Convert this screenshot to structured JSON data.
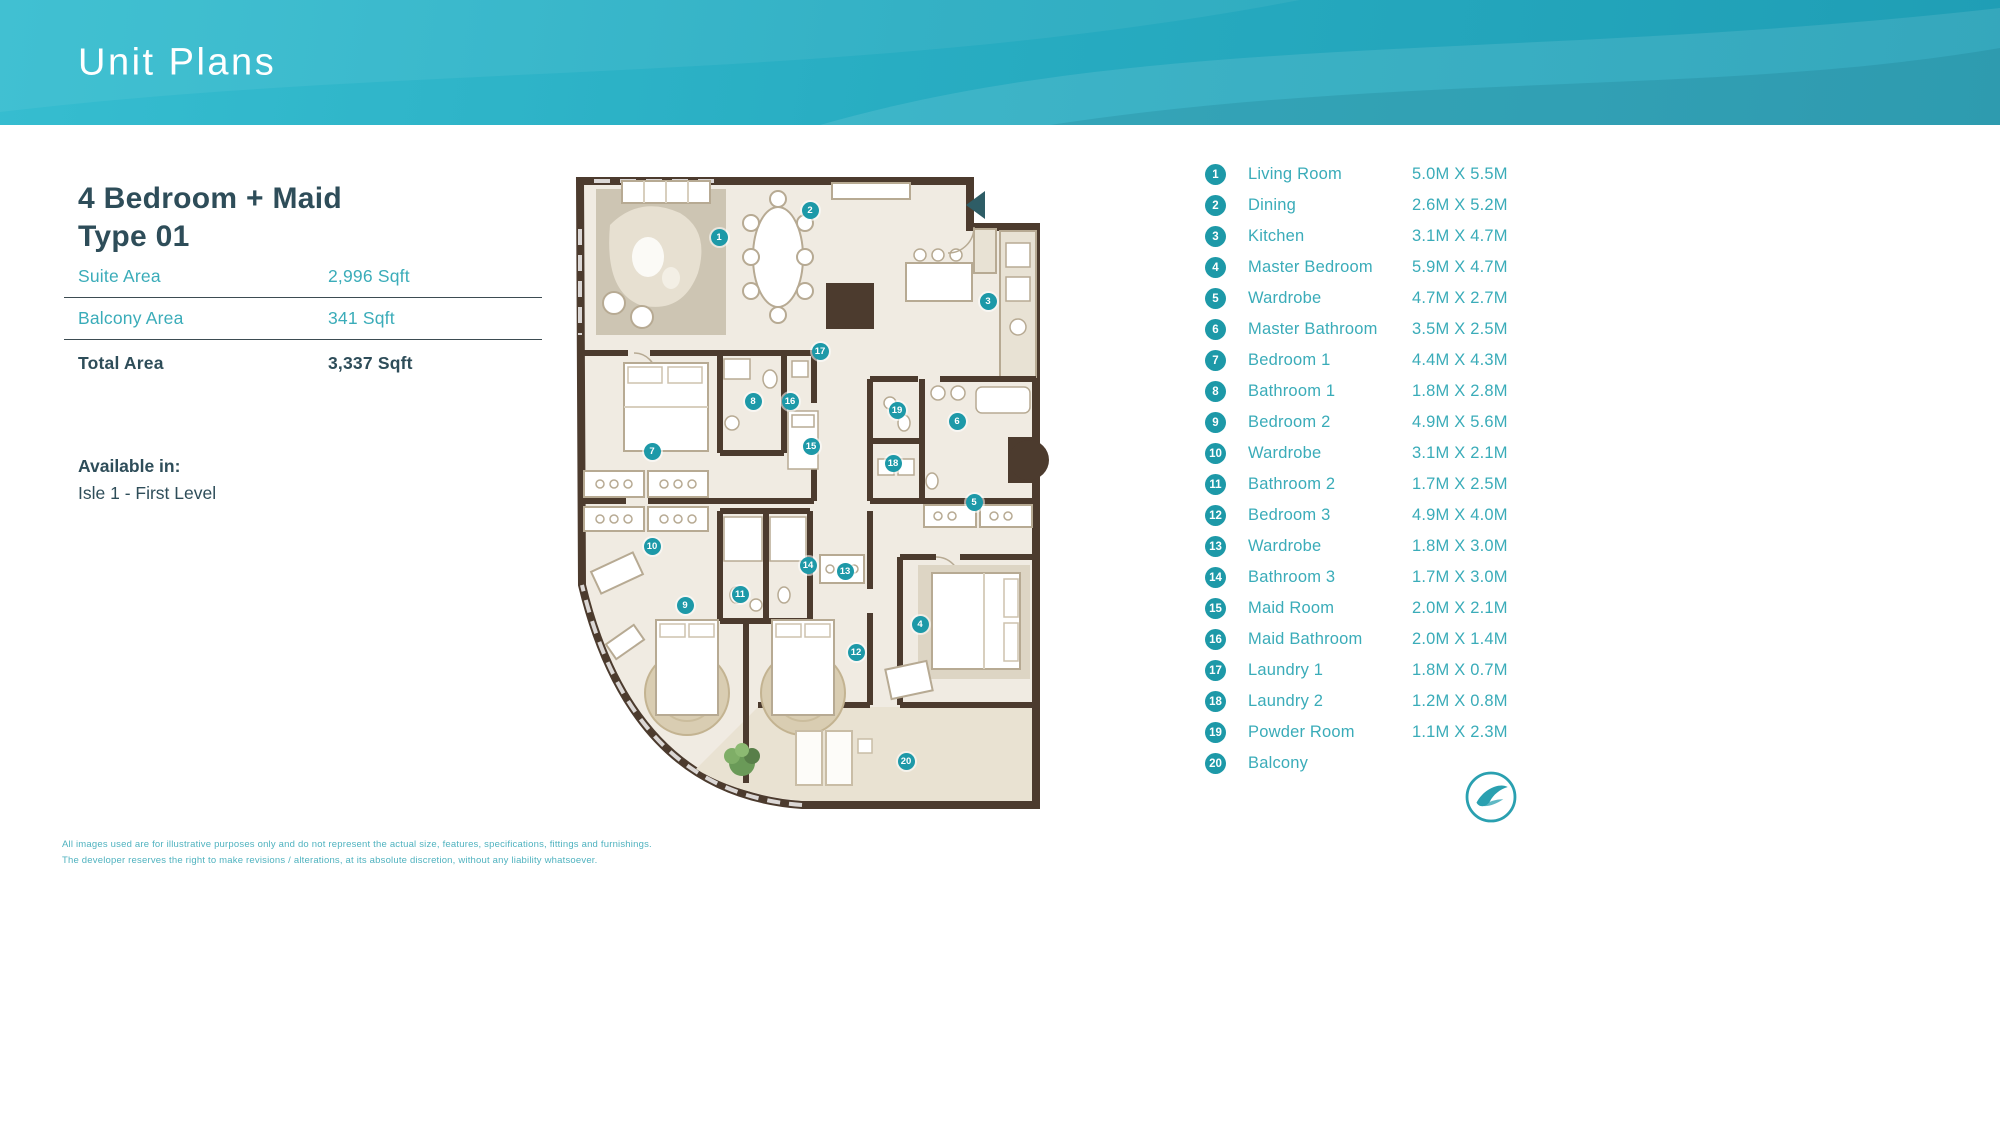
{
  "colors": {
    "accent": "#3aacb9",
    "accent_dark": "#1d99a8",
    "heading": "#2e4d59",
    "banner_start": "#36bdd0",
    "banner_end": "#1f9eb5",
    "wall": "#4c3b2e",
    "floor": "#f0ebe2"
  },
  "header": {
    "title": "Unit Plans"
  },
  "unit": {
    "title_line1": "4 Bedroom + Maid",
    "title_line2": "Type 01",
    "areas": [
      {
        "label": "Suite Area",
        "value": "2,996 Sqft"
      },
      {
        "label": "Balcony Area",
        "value": "341 Sqft"
      },
      {
        "label": "Total Area",
        "value": "3,337 Sqft"
      }
    ],
    "available_in_label": "Available in:",
    "available_in_value": "Isle 1 - First Level"
  },
  "legend": {
    "items": [
      {
        "num": "1",
        "label": "Living Room",
        "dims": "5.0M X 5.5M"
      },
      {
        "num": "2",
        "label": "Dining",
        "dims": "2.6M X 5.2M"
      },
      {
        "num": "3",
        "label": "Kitchen",
        "dims": "3.1M X 4.7M"
      },
      {
        "num": "4",
        "label": "Master Bedroom",
        "dims": "5.9M X 4.7M"
      },
      {
        "num": "5",
        "label": "Wardrobe",
        "dims": "4.7M X 2.7M"
      },
      {
        "num": "6",
        "label": "Master Bathroom",
        "dims": "3.5M X 2.5M"
      },
      {
        "num": "7",
        "label": "Bedroom 1",
        "dims": "4.4M X 4.3M"
      },
      {
        "num": "8",
        "label": "Bathroom 1",
        "dims": "1.8M X 2.8M"
      },
      {
        "num": "9",
        "label": "Bedroom 2",
        "dims": "4.9M X 5.6M"
      },
      {
        "num": "10",
        "label": "Wardrobe",
        "dims": "3.1M X 2.1M"
      },
      {
        "num": "11",
        "label": "Bathroom 2",
        "dims": "1.7M X 2.5M"
      },
      {
        "num": "12",
        "label": "Bedroom 3",
        "dims": "4.9M X 4.0M"
      },
      {
        "num": "13",
        "label": "Wardrobe",
        "dims": "1.8M X 3.0M"
      },
      {
        "num": "14",
        "label": "Bathroom 3",
        "dims": "1.7M X 3.0M"
      },
      {
        "num": "15",
        "label": "Maid Room",
        "dims": "2.0M X 2.1M"
      },
      {
        "num": "16",
        "label": "Maid Bathroom",
        "dims": "2.0M X 1.4M"
      },
      {
        "num": "17",
        "label": "Laundry 1",
        "dims": "1.8M X 0.7M"
      },
      {
        "num": "18",
        "label": "Laundry 2",
        "dims": "1.2M X 0.8M"
      },
      {
        "num": "19",
        "label": "Powder Room",
        "dims": "1.1M X 2.3M"
      },
      {
        "num": "20",
        "label": "Balcony",
        "dims": ""
      }
    ]
  },
  "floorplan": {
    "markers": [
      {
        "num": "1",
        "x": 29.8,
        "y": 10.9
      },
      {
        "num": "2",
        "x": 48.0,
        "y": 6.9
      },
      {
        "num": "3",
        "x": 83.6,
        "y": 20.3
      },
      {
        "num": "4",
        "x": 70.0,
        "y": 67.4
      },
      {
        "num": "5",
        "x": 80.8,
        "y": 49.6
      },
      {
        "num": "6",
        "x": 77.4,
        "y": 37.8
      },
      {
        "num": "7",
        "x": 16.4,
        "y": 42.2
      },
      {
        "num": "8",
        "x": 36.6,
        "y": 34.9
      },
      {
        "num": "9",
        "x": 23.0,
        "y": 64.7
      },
      {
        "num": "10",
        "x": 16.4,
        "y": 56.0
      },
      {
        "num": "11",
        "x": 34.0,
        "y": 63.1
      },
      {
        "num": "12",
        "x": 57.2,
        "y": 71.5
      },
      {
        "num": "13",
        "x": 55.0,
        "y": 59.7
      },
      {
        "num": "14",
        "x": 47.6,
        "y": 58.8
      },
      {
        "num": "15",
        "x": 48.2,
        "y": 41.5
      },
      {
        "num": "16",
        "x": 44.0,
        "y": 34.9
      },
      {
        "num": "17",
        "x": 50.0,
        "y": 27.6
      },
      {
        "num": "18",
        "x": 64.6,
        "y": 44.0
      },
      {
        "num": "19",
        "x": 65.4,
        "y": 36.2
      },
      {
        "num": "20",
        "x": 67.2,
        "y": 87.5
      }
    ]
  },
  "footer": {
    "disclaimer_line1": "All images used are for illustrative purposes only and do not represent the actual size, features, specifications, fittings and furnishings.",
    "disclaimer_line2": "The developer reserves the right to make revisions / alterations, at its absolute discretion, without any liability whatsoever."
  }
}
